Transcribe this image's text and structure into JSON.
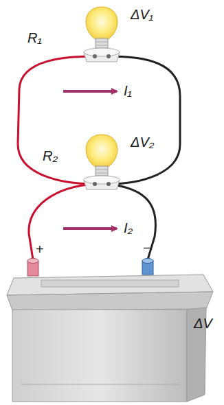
{
  "diagram": {
    "labels": [
      "R₁",
      "ΔV₁",
      "I₁",
      "R₂",
      "ΔV₂",
      "I₂",
      "+",
      "−",
      "ΔV"
    ]
  }
}
